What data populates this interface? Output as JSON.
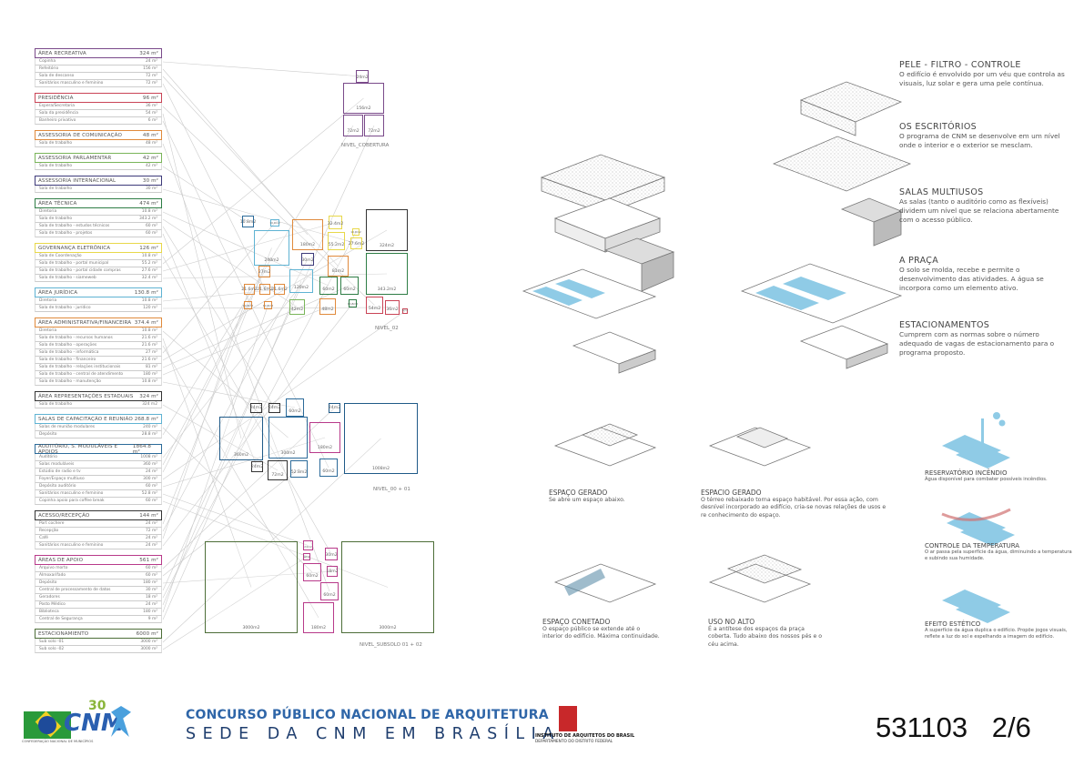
{
  "colors": {
    "purple": "#7a4a8a",
    "red": "#c94456",
    "orange": "#e08a3c",
    "lightgreen": "#7ab55a",
    "navy": "#3d3a7a",
    "green": "#2e7d45",
    "yellow": "#e8d84a",
    "lightblue": "#5fb3d3",
    "black": "#333333",
    "blue": "#2b6a99",
    "darkblue": "#1f5a88",
    "magenta": "#b83a8a",
    "olive": "#4d6e38",
    "water": "#8fcbe6"
  },
  "program": [
    {
      "title": "ÁREA RECREATIVA",
      "area": "324 m²",
      "color": "purple",
      "items": [
        [
          "Copinha",
          "24 m²"
        ],
        [
          "Refeitório",
          "156 m²"
        ],
        [
          "Sala de descanso",
          "72 m²"
        ],
        [
          "Sanitários masculino e feminino",
          "72 m²"
        ]
      ]
    },
    {
      "title": "PRESIDÊNCIA",
      "area": "96 m²",
      "color": "red",
      "items": [
        [
          "Espera/Secretaria",
          "36 m²"
        ],
        [
          "Sala da presidência",
          "54 m²"
        ],
        [
          "Banheiro privativo",
          "6 m²"
        ]
      ]
    },
    {
      "title": "ASSESSORIA DE COMUNICAÇÃO",
      "area": "48 m²",
      "color": "orange",
      "items": [
        [
          "Sala de trabalho",
          "48 m²"
        ]
      ]
    },
    {
      "title": "ASSESSORIA PARLAMENTAR",
      "area": "42 m²",
      "color": "lightgreen",
      "items": [
        [
          "Sala de trabalho",
          "42 m²"
        ]
      ]
    },
    {
      "title": "ASSESSORIA INTERNACIONAL",
      "area": "30 m²",
      "color": "navy",
      "items": [
        [
          "Sala de trabalho",
          "30 m²"
        ]
      ]
    },
    {
      "title": "ÁREA TÉCNICA",
      "area": "474 m²",
      "color": "green",
      "items": [
        [
          "Diretoria",
          "10.8 m²"
        ],
        [
          "Sala de trabalho",
          "343.2 m²"
        ],
        [
          "Sala de trabalho - estudos técnicos",
          "60 m²"
        ],
        [
          "Sala de trabalho - projetos",
          "60 m²"
        ]
      ]
    },
    {
      "title": "GOVERNANÇA ELETRÔNICA",
      "area": "126 m²",
      "color": "yellow",
      "items": [
        [
          "Sala de Coordenação",
          "10.8 m²"
        ],
        [
          "Sala de trabalho - portal municipal",
          "55.2 m²"
        ],
        [
          "Sala de trabalho - portal cidade compras",
          "27.6 m²"
        ],
        [
          "Sala de trabalho - siameweb",
          "32.4 m²"
        ]
      ]
    },
    {
      "title": "ÁREA JURÍDICA",
      "area": "130.8 m²",
      "color": "lightblue",
      "items": [
        [
          "Diretoria",
          "10.8 m²"
        ],
        [
          "Sala de trabalho - jurídico",
          "120 m²"
        ]
      ]
    },
    {
      "title": "ÁREA ADMINISTRATIVA/FINANCEIRA",
      "area": "374.4 m²",
      "color": "orange",
      "items": [
        [
          "Diretoria",
          "10.8 m²"
        ],
        [
          "Sala de trabalho - recursos humanos",
          "21.6 m²"
        ],
        [
          "Sala de trabalho - operações",
          "21.6 m²"
        ],
        [
          "Sala de trabalho - informática",
          "27 m²"
        ],
        [
          "Sala de trabalho - financeiro",
          "21.6 m²"
        ],
        [
          "Sala de trabalho - relações institucionais",
          "81 m²"
        ],
        [
          "Sala de trabalho - central de atendimento",
          "180 m²"
        ],
        [
          "Sala de trabalho - manutenção",
          "10.8 m²"
        ]
      ]
    },
    {
      "title": "ÁREA REPRESENTAÇÕES ESTADUAIS",
      "area": "324 m²",
      "color": "black",
      "items": [
        [
          "Sala de trabalho",
          "324 m2"
        ]
      ]
    },
    {
      "title": "SALAS DE CAPACITAÇÃO E REUNIÃO",
      "area": "268.8 m²",
      "color": "lightblue",
      "items": [
        [
          "Salas de reunião modulares",
          "240 m²"
        ],
        [
          "Depósito",
          "28.8 m²"
        ]
      ]
    },
    {
      "title": "AUDITÓRIO, S. MODULÁVEIS E APOIOS",
      "area": "1864.8 m²",
      "color": "blue",
      "items": [
        [
          "Auditório",
          "1008 m²"
        ],
        [
          "Salas moduláveis",
          "360 m²"
        ],
        [
          "Estúdio de radio e tv",
          "24 m²"
        ],
        [
          "Foyer/Espaço multiuso",
          "300 m²"
        ],
        [
          "Depósito auditório",
          "60 m²"
        ],
        [
          "Sanitários masculino e feminino",
          "52.8 m²"
        ],
        [
          "Copinha apoio para coffee break",
          "60 m²"
        ]
      ]
    },
    {
      "title": "ACESSO/RECEPÇÃO",
      "area": "144 m²",
      "color": "black",
      "items": [
        [
          "Port cochere",
          "24 m²"
        ],
        [
          "Recepção",
          "72 m²"
        ],
        [
          "Café",
          "24 m²"
        ],
        [
          "Sanitários masculino e feminino",
          "24 m²"
        ]
      ]
    },
    {
      "title": "ÁREAS DE APOIO",
      "area": "561 m²",
      "color": "magenta",
      "items": [
        [
          "Arquivo morto",
          "60 m²"
        ],
        [
          "Almoxarifado",
          "60 m²"
        ],
        [
          "Depósito",
          "180 m²"
        ],
        [
          "Central de processamento de datos",
          "30 m²"
        ],
        [
          "Geradores",
          "18 m²"
        ],
        [
          "Posto Médico",
          "24 m²"
        ],
        [
          "Biblioteca",
          "180 m²"
        ],
        [
          "Central de Segurança",
          "9 m²"
        ]
      ]
    },
    {
      "title": "ESTACIONAMIENTO",
      "area": "6000 m²",
      "color": "olive",
      "items": [
        [
          "Sub solo -01",
          "3000 m²"
        ],
        [
          "Sub solo -02",
          "3000 m²"
        ]
      ]
    }
  ],
  "levels": {
    "cobertura": {
      "name": "NIVEL_COBERTURA",
      "boxes": [
        "24m2",
        "156m2",
        "72m2",
        "72m2"
      ]
    },
    "nivel02": {
      "name": "NIVEL_02",
      "boxes": [
        "10.8m2",
        "10.8m2",
        "240m2",
        "180m2",
        "32.4m2",
        "55.2m2",
        "10.8m2",
        "27.6m2",
        "324m2",
        "30m2",
        "81m2",
        "343.2m2",
        "27m2",
        "120m2",
        "60m2",
        "60m2",
        "21.6m2",
        "21.6m2",
        "21.6m2",
        "10.8m2",
        "10.8m2",
        "42m2",
        "48m2",
        "10.8m2",
        "54m2",
        "36m2",
        "6m2"
      ]
    },
    "nivel00": {
      "name": "NIVEL_00 + 01",
      "boxes": [
        "24m2",
        "24m2",
        "60m2",
        "24m2",
        "360m2",
        "300m2",
        "180m2",
        "1008m2",
        "24m2",
        "72m2",
        "52.8m2",
        "60m2"
      ]
    },
    "subsolo": {
      "name": "NIVEL_SUBSOLO 01 + 02",
      "boxes": [
        "3000m2",
        "24m2",
        "9m2",
        "30m2",
        "60m2",
        "18m2",
        "60m2",
        "180m2",
        "3000m2"
      ]
    }
  },
  "layers": [
    {
      "title": "PELE - FILTRO - CONTROLE",
      "text": "O edifício é envolvido por um véu que controla as visuais, luz solar e gera uma pele contínua."
    },
    {
      "title": "OS ESCRITÓRIOS",
      "text": "O programa de CNM se desenvolve em um nível onde o interior e o exterior se mesclam."
    },
    {
      "title": "SALAS MULTIUSOS",
      "text": "As salas (tanto o auditório como as flexíveis) dividem um nível que se relaciona abertamente com o acesso público."
    },
    {
      "title": "A PRAÇA",
      "text": "O solo se molda, recebe e permite o desenvolvimento das atividades. A água se incorpora como um elemento ativo."
    },
    {
      "title": "ESTACIONAMENTOS",
      "text": "Cumprem com as normas sobre o número adequado de vagas de estacionamento para o programa proposto."
    }
  ],
  "concepts": [
    {
      "title": "ESPAÇO GERADO",
      "text": "Se abre um espaço abaixo."
    },
    {
      "title": "ESPACIO GERADO",
      "text": "O térreo rebaixado torna espaço habitável. Por essa ação, com desnível incorporado ao edifício, cria-se novas relações de usos e re conhecimento do espaço."
    },
    {
      "title": "ESPAÇO CONETADO",
      "text": "O espaço público se extende até o interior do edifício. Máxima continuidade."
    },
    {
      "title": "USO NO ALTO",
      "text": "É a antítese dos espaços da praça coberta. Tudo abaixo dos nossos pés e o céu acima."
    }
  ],
  "water": [
    {
      "title": "RESERVATÓRIO INCÊNDIO",
      "text": "Água disponível para combater possíveis incêndios."
    },
    {
      "title": "CONTROLE DA TEMPERATURA",
      "text": "O ar passa pela superfície da água, diminuindo a temperatura e subindo sua humidade."
    },
    {
      "title": "EFEITO ESTÉTICO",
      "text": "A superfície da água duplica o edifício. Propõe jogos visuais, reflete a luz do sol e espelhando a imagem do edifício."
    }
  ],
  "footer": {
    "title1": "CONCURSO PÚBLICO NACIONAL DE ARQUITETURA",
    "title2": "SEDE DA CNM EM BRASÍLIA",
    "cnm_logo": "CNM",
    "cnm_logo_30": "30",
    "cnm_caption": "CONFEDERAÇÃO NACIONAL DE MUNICÍPIOS",
    "iab_name": "INSTITUTO DE ARQUITETOS DO BRASIL",
    "iab_dept": "DEPARTAMENTO DO DISTRITO FEDERAL",
    "project_number": "531103",
    "sheet": "2/6"
  }
}
